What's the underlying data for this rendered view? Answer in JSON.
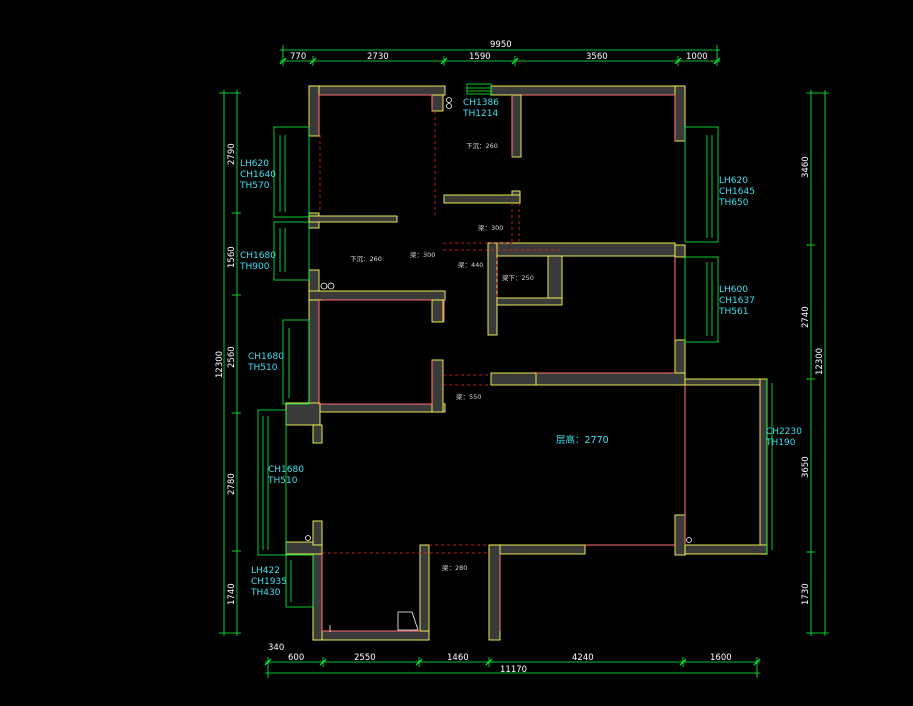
{
  "colors": {
    "background": "#000000",
    "dimension_line": "#00ff3c",
    "wall_fill": "#3a3a3a",
    "wall_edge": "#ffff55",
    "inner_wall": "#ff6e6e",
    "annotation": "#3fe0f0",
    "dashed": "#ff2020",
    "note_text": "#d8d8d8"
  },
  "dimensions": {
    "top_total": "9950",
    "top_segments": [
      "770",
      "2730",
      "1590",
      "3560",
      "1000"
    ],
    "bottom_total": "11170",
    "bottom_segments": [
      "600",
      "2550",
      "1460",
      "4240",
      "1600"
    ],
    "bottom_extra": "340",
    "left_total": "12300",
    "left_segments": [
      "2790",
      "1560",
      "2560",
      "2780",
      "1740"
    ],
    "right_total": "12300",
    "right_segments": [
      "3460",
      "2740",
      "3650",
      "1730"
    ]
  },
  "annotations": {
    "top_window": [
      "CH1386",
      "TH1214"
    ],
    "left_window_1": [
      "LH620",
      "CH1640",
      "TH570"
    ],
    "left_window_2": [
      "CH1680",
      "TH900"
    ],
    "left_window_3": [
      "CH1680",
      "TH510"
    ],
    "left_window_4": [
      "CH1680",
      "TH510"
    ],
    "left_window_5": [
      "LH422",
      "CH1935",
      "TH430"
    ],
    "right_window_1": [
      "LH620",
      "CH1645",
      "TH650"
    ],
    "right_window_2": [
      "LH600",
      "CH1637",
      "TH561"
    ],
    "right_window_3": [
      "CH2230",
      "TH190"
    ],
    "ceiling_height": "层高：2770"
  },
  "notes": {
    "n1": "下沉：260",
    "n2": "梁：300",
    "n3": "下沉：260",
    "n4": "梁：300",
    "n5": "梁：440",
    "n6": "梁下：250",
    "n7": "梁：550",
    "n8": "梁：280"
  }
}
